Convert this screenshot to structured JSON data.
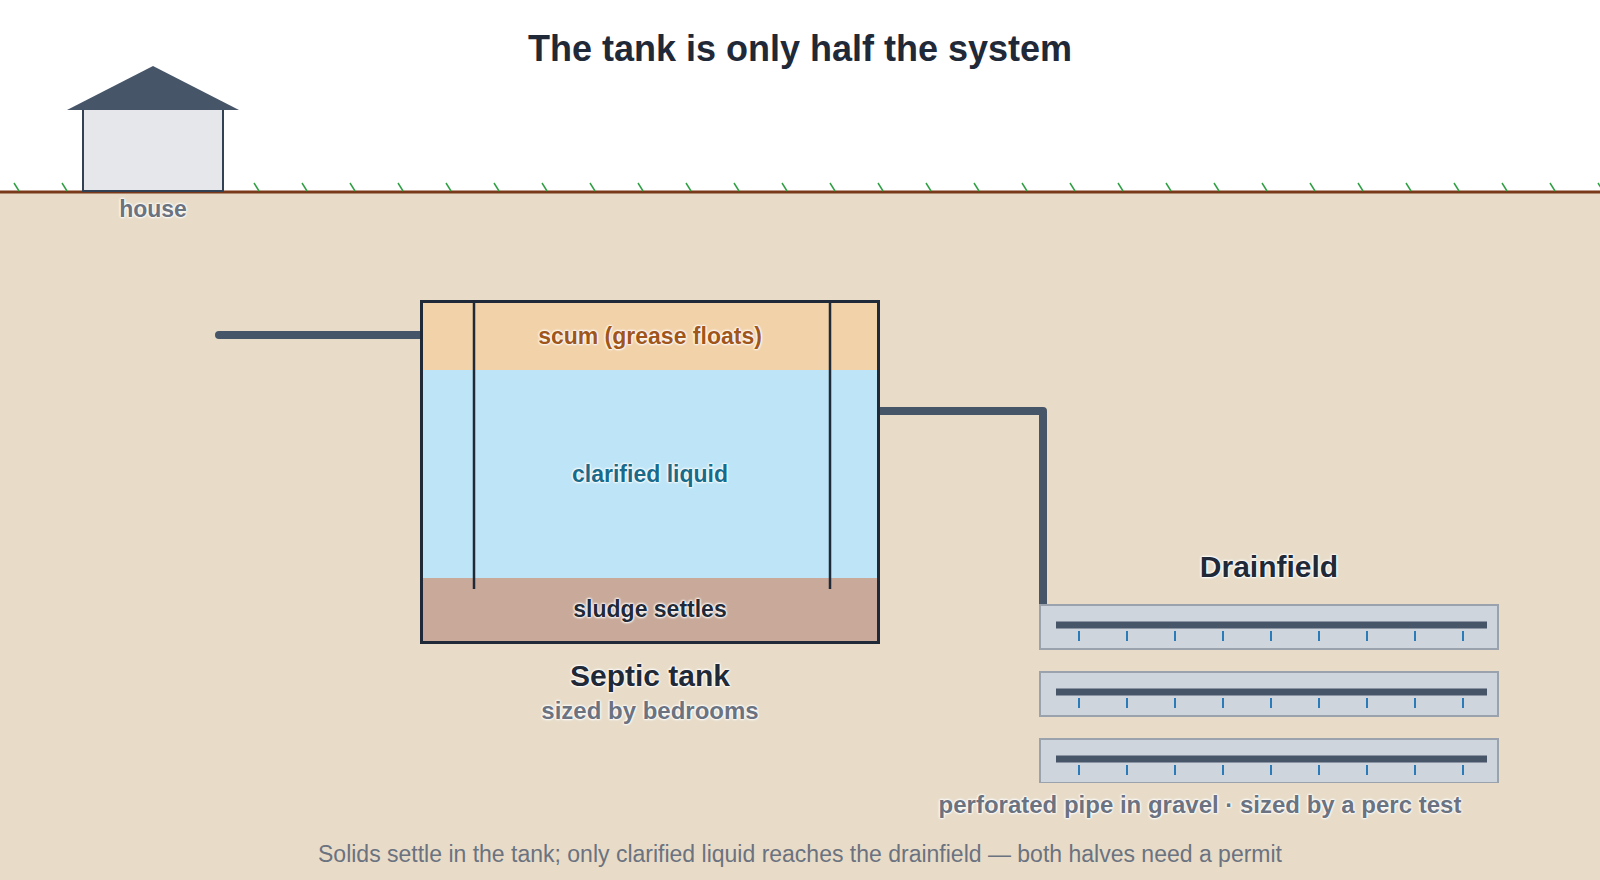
{
  "diagram": {
    "title": "The tank is only half the system",
    "caption": "Solids settle in the tank; only clarified liquid reaches the drainfield — both halves need a permit",
    "nodes": [
      {
        "text": [
          "house"
        ]
      },
      {
        "text": [
          "Septic tank",
          "sized by bedrooms"
        ]
      },
      {
        "text": [
          "scum (grease floats)"
        ],
        "in": 1
      },
      {
        "text": [
          "clarified liquid"
        ],
        "in": 1
      },
      {
        "text": [
          "sludge settles"
        ],
        "in": 1
      },
      {
        "text": [
          "Drainfield",
          "perforated pipe in gravel · sized by a perc test"
        ]
      }
    ],
    "edges": [
      {
        "from": 1,
        "to": 5,
        "arrow": "none"
      }
    ]
  }
}
